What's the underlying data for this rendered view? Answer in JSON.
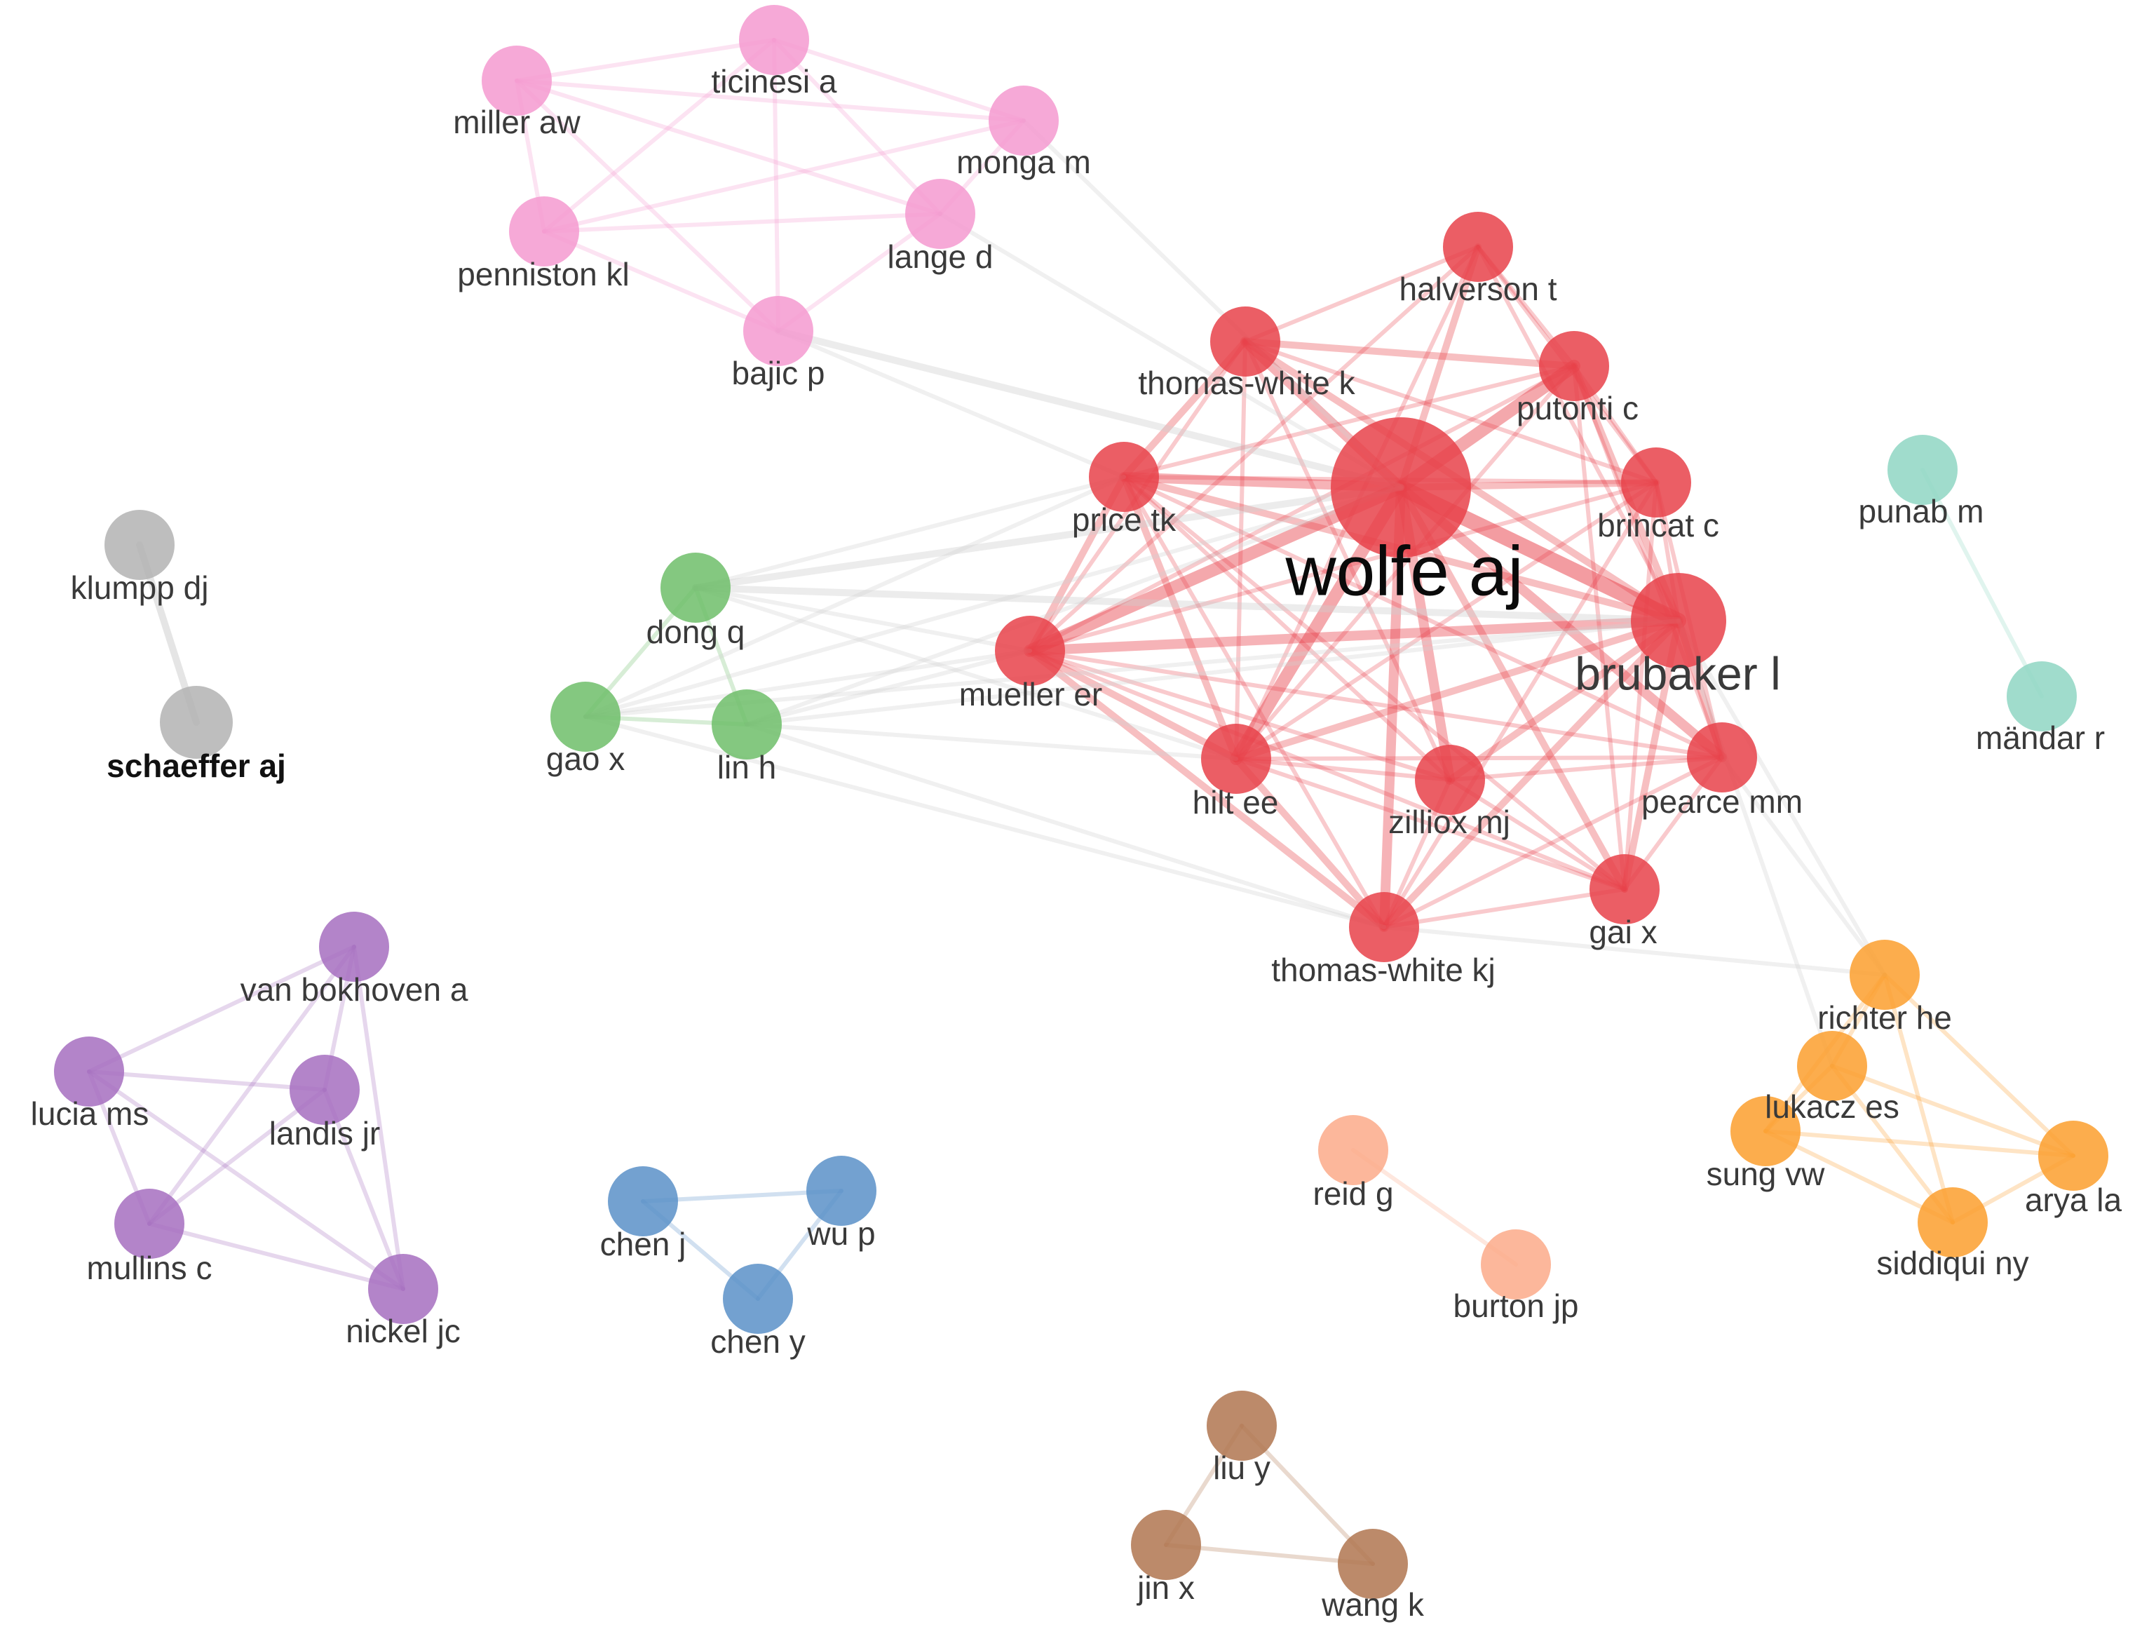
{
  "clusters": [
    {
      "id": "red",
      "color": "#e8424a"
    },
    {
      "id": "pink",
      "color": "#f59ad0"
    },
    {
      "id": "green",
      "color": "#6ebe6a"
    },
    {
      "id": "grey",
      "color": "#b3b3b3"
    },
    {
      "id": "teal",
      "color": "#8fd6c3"
    },
    {
      "id": "purple",
      "color": "#a66fc0"
    },
    {
      "id": "blue",
      "color": "#5b90c8"
    },
    {
      "id": "salmon",
      "color": "#fcaa8a"
    },
    {
      "id": "orange",
      "color": "#fb9f2e"
    },
    {
      "id": "brown",
      "color": "#b07550"
    }
  ],
  "nodes": [
    {
      "id": "wolfe_aj",
      "label": "wolfe aj",
      "cluster": "red"
    },
    {
      "id": "brubaker_l",
      "label": "brubaker l",
      "cluster": "red"
    },
    {
      "id": "halverson_t",
      "label": "halverson t",
      "cluster": "red"
    },
    {
      "id": "thomas_white_k",
      "label": "thomas-white k",
      "cluster": "red"
    },
    {
      "id": "putonti_c",
      "label": "putonti c",
      "cluster": "red"
    },
    {
      "id": "price_tk",
      "label": "price tk",
      "cluster": "red"
    },
    {
      "id": "brincat_c",
      "label": "brincat c",
      "cluster": "red"
    },
    {
      "id": "mueller_er",
      "label": "mueller er",
      "cluster": "red"
    },
    {
      "id": "hilt_ee",
      "label": "hilt ee",
      "cluster": "red"
    },
    {
      "id": "zilliox_mj",
      "label": "zilliox mj",
      "cluster": "red"
    },
    {
      "id": "pearce_mm",
      "label": "pearce mm",
      "cluster": "red"
    },
    {
      "id": "gai_x",
      "label": "gai x",
      "cluster": "red"
    },
    {
      "id": "thomas_white_kj",
      "label": "thomas-white kj",
      "cluster": "red"
    },
    {
      "id": "ticinesi_a",
      "label": "ticinesi a",
      "cluster": "pink"
    },
    {
      "id": "miller_aw",
      "label": "miller aw",
      "cluster": "pink"
    },
    {
      "id": "monga_m",
      "label": "monga m",
      "cluster": "pink"
    },
    {
      "id": "penniston_kl",
      "label": "penniston kl",
      "cluster": "pink"
    },
    {
      "id": "lange_d",
      "label": "lange d",
      "cluster": "pink"
    },
    {
      "id": "bajic_p",
      "label": "bajic p",
      "cluster": "pink"
    },
    {
      "id": "klumpp_dj",
      "label": "klumpp dj",
      "cluster": "grey"
    },
    {
      "id": "schaeffer_aj",
      "label": "schaeffer aj",
      "cluster": "grey"
    },
    {
      "id": "dong_q",
      "label": "dong q",
      "cluster": "green"
    },
    {
      "id": "gao_x",
      "label": "gao x",
      "cluster": "green"
    },
    {
      "id": "lin_h",
      "label": "lin h",
      "cluster": "green"
    },
    {
      "id": "punab_m",
      "label": "punab m",
      "cluster": "teal"
    },
    {
      "id": "mandar_r",
      "label": "mändar r",
      "cluster": "teal"
    },
    {
      "id": "van_bokhoven_a",
      "label": "van bokhoven a",
      "cluster": "purple"
    },
    {
      "id": "lucia_ms",
      "label": "lucia ms",
      "cluster": "purple"
    },
    {
      "id": "landis_jr",
      "label": "landis jr",
      "cluster": "purple"
    },
    {
      "id": "mullins_c",
      "label": "mullins c",
      "cluster": "purple"
    },
    {
      "id": "nickel_jc",
      "label": "nickel jc",
      "cluster": "purple"
    },
    {
      "id": "chen_j",
      "label": "chen j",
      "cluster": "blue"
    },
    {
      "id": "wu_p",
      "label": "wu p",
      "cluster": "blue"
    },
    {
      "id": "chen_y",
      "label": "chen y",
      "cluster": "blue"
    },
    {
      "id": "reid_g",
      "label": "reid g",
      "cluster": "salmon"
    },
    {
      "id": "burton_jp",
      "label": "burton jp",
      "cluster": "salmon"
    },
    {
      "id": "richter_he",
      "label": "richter he",
      "cluster": "orange"
    },
    {
      "id": "lukacz_es",
      "label": "lukacz es",
      "cluster": "orange"
    },
    {
      "id": "sung_vw",
      "label": "sung vw",
      "cluster": "orange"
    },
    {
      "id": "arya_la",
      "label": "arya la",
      "cluster": "orange"
    },
    {
      "id": "siddiqui_ny",
      "label": "siddiqui ny",
      "cluster": "orange"
    },
    {
      "id": "liu_y",
      "label": "liu y",
      "cluster": "brown"
    },
    {
      "id": "jin_x",
      "label": "jin x",
      "cluster": "brown"
    },
    {
      "id": "wang_k",
      "label": "wang k",
      "cluster": "brown"
    }
  ],
  "edges": [
    [
      "wolfe_aj",
      "brubaker_l",
      5
    ],
    [
      "wolfe_aj",
      "price_tk",
      3
    ],
    [
      "wolfe_aj",
      "mueller_er",
      4
    ],
    [
      "wolfe_aj",
      "thomas_white_k",
      3
    ],
    [
      "wolfe_aj",
      "putonti_c",
      4
    ],
    [
      "wolfe_aj",
      "halverson_t",
      2
    ],
    [
      "wolfe_aj",
      "brincat_c",
      2
    ],
    [
      "wolfe_aj",
      "hilt_ee",
      4
    ],
    [
      "wolfe_aj",
      "zilliox_mj",
      3
    ],
    [
      "wolfe_aj",
      "pearce_mm",
      3
    ],
    [
      "wolfe_aj",
      "gai_x",
      2
    ],
    [
      "wolfe_aj",
      "thomas_white_kj",
      3
    ],
    [
      "brubaker_l",
      "mueller_er",
      3
    ],
    [
      "brubaker_l",
      "price_tk",
      2
    ],
    [
      "brubaker_l",
      "hilt_ee",
      2
    ],
    [
      "brubaker_l",
      "pearce_mm",
      2
    ],
    [
      "brubaker_l",
      "zilliox_mj",
      2
    ],
    [
      "brubaker_l",
      "thomas_white_kj",
      2
    ],
    [
      "brubaker_l",
      "gai_x",
      2
    ],
    [
      "brubaker_l",
      "putonti_c",
      2
    ],
    [
      "brubaker_l",
      "halverson_t",
      1
    ],
    [
      "brubaker_l",
      "thomas_white_k",
      2
    ],
    [
      "brubaker_l",
      "brincat_c",
      1
    ],
    [
      "price_tk",
      "mueller_er",
      2
    ],
    [
      "price_tk",
      "hilt_ee",
      2
    ],
    [
      "price_tk",
      "thomas_white_k",
      2
    ],
    [
      "price_tk",
      "putonti_c",
      1
    ],
    [
      "price_tk",
      "zilliox_mj",
      1
    ],
    [
      "price_tk",
      "pearce_mm",
      1
    ],
    [
      "price_tk",
      "thomas_white_kj",
      1
    ],
    [
      "price_tk",
      "gai_x",
      1
    ],
    [
      "price_tk",
      "brincat_c",
      1
    ],
    [
      "thomas_white_k",
      "putonti_c",
      2
    ],
    [
      "thomas_white_k",
      "halverson_t",
      1
    ],
    [
      "thomas_white_k",
      "hilt_ee",
      1
    ],
    [
      "thomas_white_k",
      "mueller_er",
      1
    ],
    [
      "thomas_white_k",
      "brincat_c",
      1
    ],
    [
      "thomas_white_k",
      "zilliox_mj",
      1
    ],
    [
      "putonti_c",
      "halverson_t",
      1
    ],
    [
      "putonti_c",
      "brincat_c",
      1
    ],
    [
      "putonti_c",
      "hilt_ee",
      1
    ],
    [
      "putonti_c",
      "pearce_mm",
      1
    ],
    [
      "putonti_c",
      "mueller_er",
      1
    ],
    [
      "putonti_c",
      "gai_x",
      1
    ],
    [
      "halverson_t",
      "mueller_er",
      1
    ],
    [
      "halverson_t",
      "hilt_ee",
      1
    ],
    [
      "halverson_t",
      "brincat_c",
      1
    ],
    [
      "mueller_er",
      "hilt_ee",
      2
    ],
    [
      "mueller_er",
      "zilliox_mj",
      1
    ],
    [
      "mueller_er",
      "pearce_mm",
      1
    ],
    [
      "mueller_er",
      "thomas_white_kj",
      2
    ],
    [
      "mueller_er",
      "gai_x",
      1
    ],
    [
      "mueller_er",
      "brincat_c",
      1
    ],
    [
      "hilt_ee",
      "zilliox_mj",
      1
    ],
    [
      "hilt_ee",
      "pearce_mm",
      1
    ],
    [
      "hilt_ee",
      "thomas_white_kj",
      2
    ],
    [
      "hilt_ee",
      "gai_x",
      1
    ],
    [
      "hilt_ee",
      "brincat_c",
      1
    ],
    [
      "zilliox_mj",
      "pearce_mm",
      1
    ],
    [
      "zilliox_mj",
      "thomas_white_kj",
      1
    ],
    [
      "zilliox_mj",
      "gai_x",
      1
    ],
    [
      "pearce_mm",
      "gai_x",
      1
    ],
    [
      "pearce_mm",
      "thomas_white_kj",
      1
    ],
    [
      "pearce_mm",
      "brincat_c",
      1
    ],
    [
      "gai_x",
      "thomas_white_kj",
      1
    ],
    [
      "brincat_c",
      "gai_x",
      1
    ],
    [
      "brincat_c",
      "thomas_white_kj",
      1
    ],
    [
      "ticinesi_a",
      "miller_aw",
      1
    ],
    [
      "ticinesi_a",
      "monga_m",
      1
    ],
    [
      "ticinesi_a",
      "penniston_kl",
      1
    ],
    [
      "ticinesi_a",
      "lange_d",
      1
    ],
    [
      "ticinesi_a",
      "bajic_p",
      1
    ],
    [
      "miller_aw",
      "monga_m",
      1
    ],
    [
      "miller_aw",
      "penniston_kl",
      1
    ],
    [
      "miller_aw",
      "lange_d",
      1
    ],
    [
      "miller_aw",
      "bajic_p",
      1
    ],
    [
      "monga_m",
      "penniston_kl",
      1
    ],
    [
      "monga_m",
      "lange_d",
      1
    ],
    [
      "penniston_kl",
      "lange_d",
      1
    ],
    [
      "penniston_kl",
      "bajic_p",
      1
    ],
    [
      "lange_d",
      "bajic_p",
      1
    ],
    [
      "bajic_p",
      "wolfe_aj",
      2
    ],
    [
      "bajic_p",
      "price_tk",
      1
    ],
    [
      "monga_m",
      "wolfe_aj",
      1
    ],
    [
      "lange_d",
      "wolfe_aj",
      1
    ],
    [
      "dong_q",
      "gao_x",
      1
    ],
    [
      "dong_q",
      "lin_h",
      1
    ],
    [
      "gao_x",
      "lin_h",
      1
    ],
    [
      "dong_q",
      "wolfe_aj",
      2
    ],
    [
      "dong_q",
      "brubaker_l",
      2
    ],
    [
      "dong_q",
      "mueller_er",
      1
    ],
    [
      "dong_q",
      "price_tk",
      1
    ],
    [
      "dong_q",
      "hilt_ee",
      1
    ],
    [
      "gao_x",
      "wolfe_aj",
      1
    ],
    [
      "gao_x",
      "brubaker_l",
      1
    ],
    [
      "gao_x",
      "mueller_er",
      1
    ],
    [
      "gao_x",
      "thomas_white_kj",
      1
    ],
    [
      "lin_h",
      "wolfe_aj",
      1
    ],
    [
      "lin_h",
      "brubaker_l",
      1
    ],
    [
      "lin_h",
      "mueller_er",
      1
    ],
    [
      "lin_h",
      "hilt_ee",
      1
    ],
    [
      "lin_h",
      "thomas_white_kj",
      1
    ],
    [
      "gao_x",
      "price_tk",
      1
    ],
    [
      "klumpp_dj",
      "schaeffer_aj",
      2
    ],
    [
      "punab_m",
      "mandar_r",
      1
    ],
    [
      "van_bokhoven_a",
      "lucia_ms",
      1
    ],
    [
      "van_bokhoven_a",
      "landis_jr",
      1
    ],
    [
      "van_bokhoven_a",
      "mullins_c",
      1
    ],
    [
      "van_bokhoven_a",
      "nickel_jc",
      1
    ],
    [
      "lucia_ms",
      "landis_jr",
      1
    ],
    [
      "lucia_ms",
      "mullins_c",
      1
    ],
    [
      "lucia_ms",
      "nickel_jc",
      1
    ],
    [
      "landis_jr",
      "mullins_c",
      1
    ],
    [
      "landis_jr",
      "nickel_jc",
      1
    ],
    [
      "mullins_c",
      "nickel_jc",
      1
    ],
    [
      "chen_j",
      "wu_p",
      1
    ],
    [
      "chen_j",
      "chen_y",
      1
    ],
    [
      "wu_p",
      "chen_y",
      1
    ],
    [
      "reid_g",
      "burton_jp",
      1
    ],
    [
      "richter_he",
      "lukacz_es",
      1
    ],
    [
      "richter_he",
      "sung_vw",
      1
    ],
    [
      "richter_he",
      "arya_la",
      1
    ],
    [
      "richter_he",
      "siddiqui_ny",
      1
    ],
    [
      "lukacz_es",
      "sung_vw",
      1
    ],
    [
      "lukacz_es",
      "arya_la",
      1
    ],
    [
      "lukacz_es",
      "siddiqui_ny",
      1
    ],
    [
      "sung_vw",
      "arya_la",
      1
    ],
    [
      "sung_vw",
      "siddiqui_ny",
      1
    ],
    [
      "arya_la",
      "siddiqui_ny",
      1
    ],
    [
      "richter_he",
      "pearce_mm",
      1
    ],
    [
      "richter_he",
      "brubaker_l",
      1
    ],
    [
      "richter_he",
      "thomas_white_kj",
      1
    ],
    [
      "lukacz_es",
      "brubaker_l",
      1
    ],
    [
      "liu_y",
      "jin_x",
      1
    ],
    [
      "liu_y",
      "wang_k",
      1
    ],
    [
      "jin_x",
      "wang_k",
      1
    ]
  ]
}
